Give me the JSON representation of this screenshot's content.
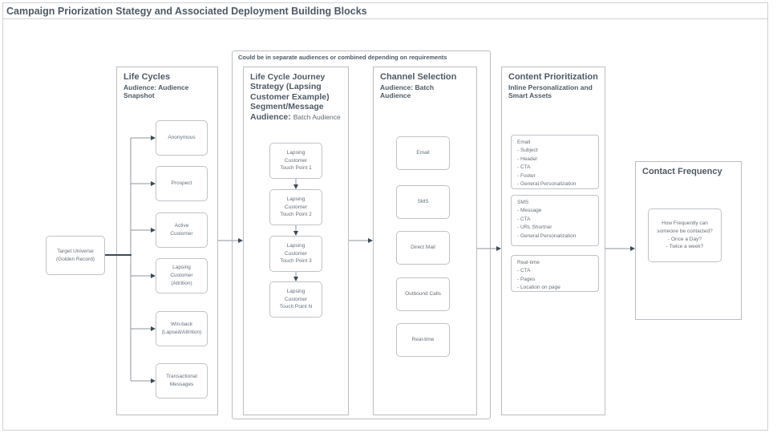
{
  "page": {
    "title": "Campaign Priorization Stategy and Associated Deployment Building Blocks"
  },
  "colors": {
    "panel_border": "#b9bec3",
    "node_border": "#bfc3c7",
    "heading_text": "#4e5a65",
    "body_text": "#65707a",
    "wire_line": "#8f969c",
    "arrowhead": "#3e4a54"
  },
  "target_universe": {
    "label": "Target Universe\n(Golden Record)"
  },
  "life_cycles": {
    "title": "Life Cycles",
    "subtitle": "Audience: Audience Snapshot",
    "items": [
      {
        "label": "Anonymous"
      },
      {
        "label": "Prospect"
      },
      {
        "label": "Active\nCustomer"
      },
      {
        "label": "Lapsing\nCustomer\n(Attrition)"
      },
      {
        "label": "Win-back\n(Lapsed/Attrition)"
      },
      {
        "label": "Transactional\nMessages"
      }
    ]
  },
  "group_note": "Could be in separate audiences or combined depending on requirements",
  "journey": {
    "title_bold": "Life Cycle Journey Strategy (Lapsing Customer Example) Segment/Message Audience: ",
    "title_rest": "Batch Audience",
    "steps": [
      {
        "label": "Lapsing\nCustomer\nTouch Point 1"
      },
      {
        "label": "Lapsing\nCustomer\nTouch Point 2"
      },
      {
        "label": "Lapsing\nCustomer\nTouch Point 3"
      },
      {
        "label": "Lapsing\nCustomer\nTouch Point N"
      }
    ]
  },
  "channels": {
    "title": "Channel Selection",
    "subtitle": "Audience: Batch\nAudience",
    "items": [
      {
        "label": "Email"
      },
      {
        "label": "SMS"
      },
      {
        "label": "Direct Mail"
      },
      {
        "label": "Outbound Calls"
      },
      {
        "label": "Real-time"
      }
    ]
  },
  "content_prioritization": {
    "title": "Content Prioritization",
    "subtitle": "Inline Personalization and\nSmart Assets",
    "groups": [
      {
        "text": "Email\n- Subject\n- Header\n- CTA\n- Footer\n- General Personalization"
      },
      {
        "text": "SMS\n- Message\n- CTA\n- URL Shortner\n- General Personalization"
      },
      {
        "text": "Real-time\n- CTA\n- Pages\n- Location on page"
      }
    ]
  },
  "contact_frequency": {
    "title": "Contact Frequency",
    "note": "How Frequently can\nsomeone be contacted?\n- Once a Day?\n- Twice a week?"
  }
}
